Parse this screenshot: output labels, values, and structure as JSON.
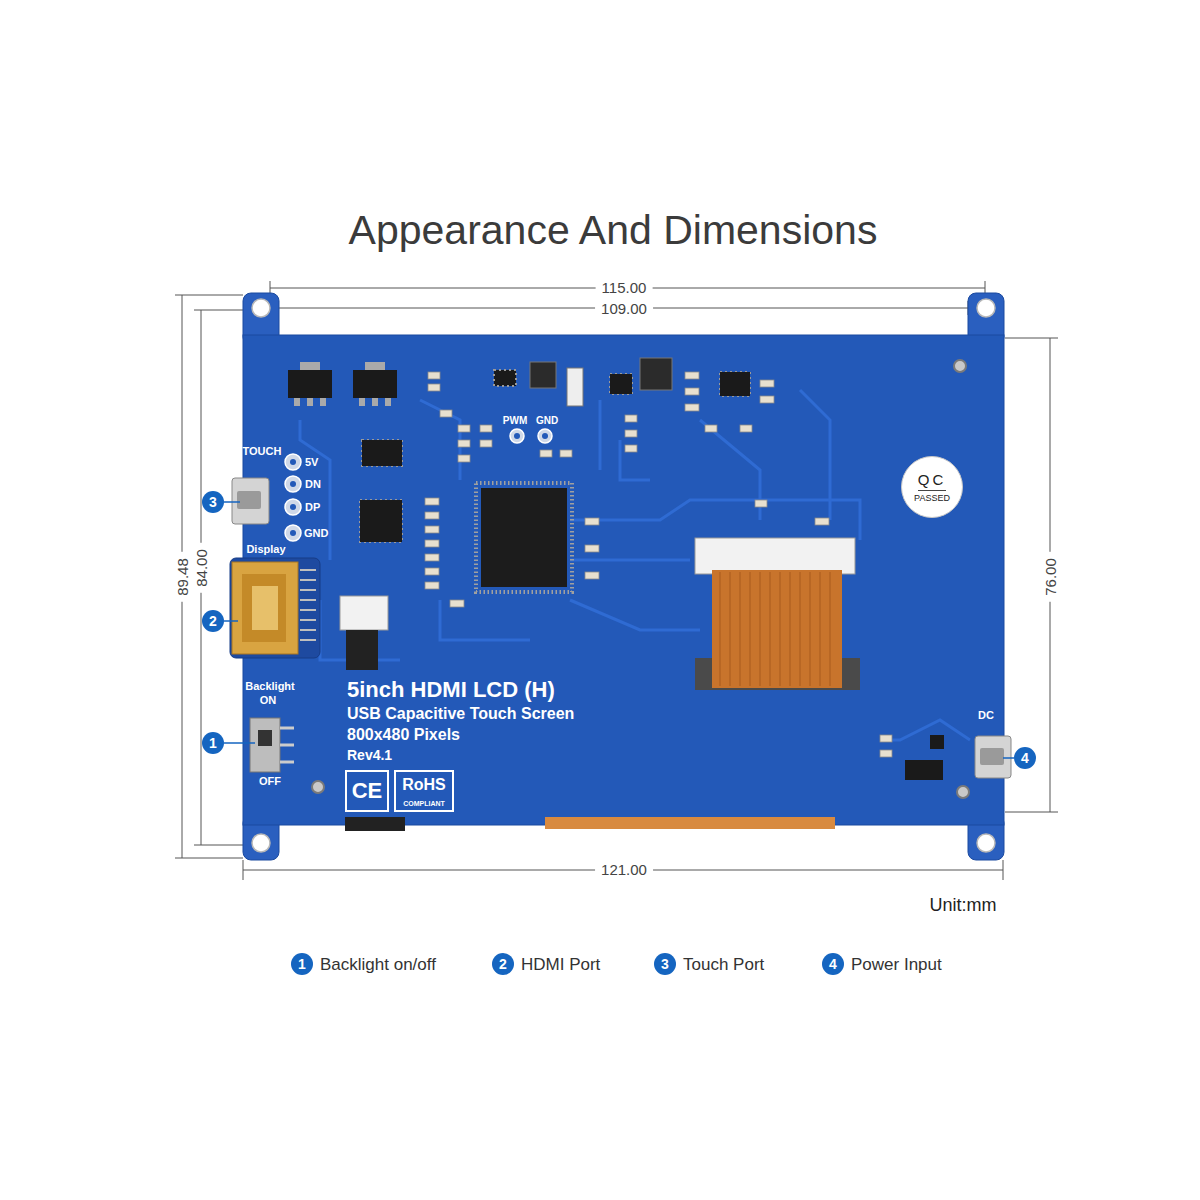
{
  "diagram": {
    "title": "Appearance And Dimensions",
    "nodes": [
      {
        "text": [
          "QC",
          "PASSED"
        ]
      }
    ],
    "labels": [
      "115.00",
      "109.00",
      "89.48",
      "84.00",
      "76.00",
      "121.00",
      "Unit:mm",
      "TOUCH",
      "5V",
      "DN",
      "DP",
      "GND",
      "Display",
      "PWM",
      "GND",
      "Backlight",
      "ON",
      "OFF",
      "DC",
      "5inch HDMI LCD (H)",
      "USB Capacitive Touch Screen",
      "800x480 Pixels",
      "Rev4.1",
      "CE",
      "RoHS",
      "COMPLIANT",
      "3",
      "2",
      "1",
      "4",
      "1",
      "Backlight on/off",
      "2",
      "HDMI Port",
      "3",
      "Touch Port",
      "4",
      "Power Input"
    ]
  }
}
